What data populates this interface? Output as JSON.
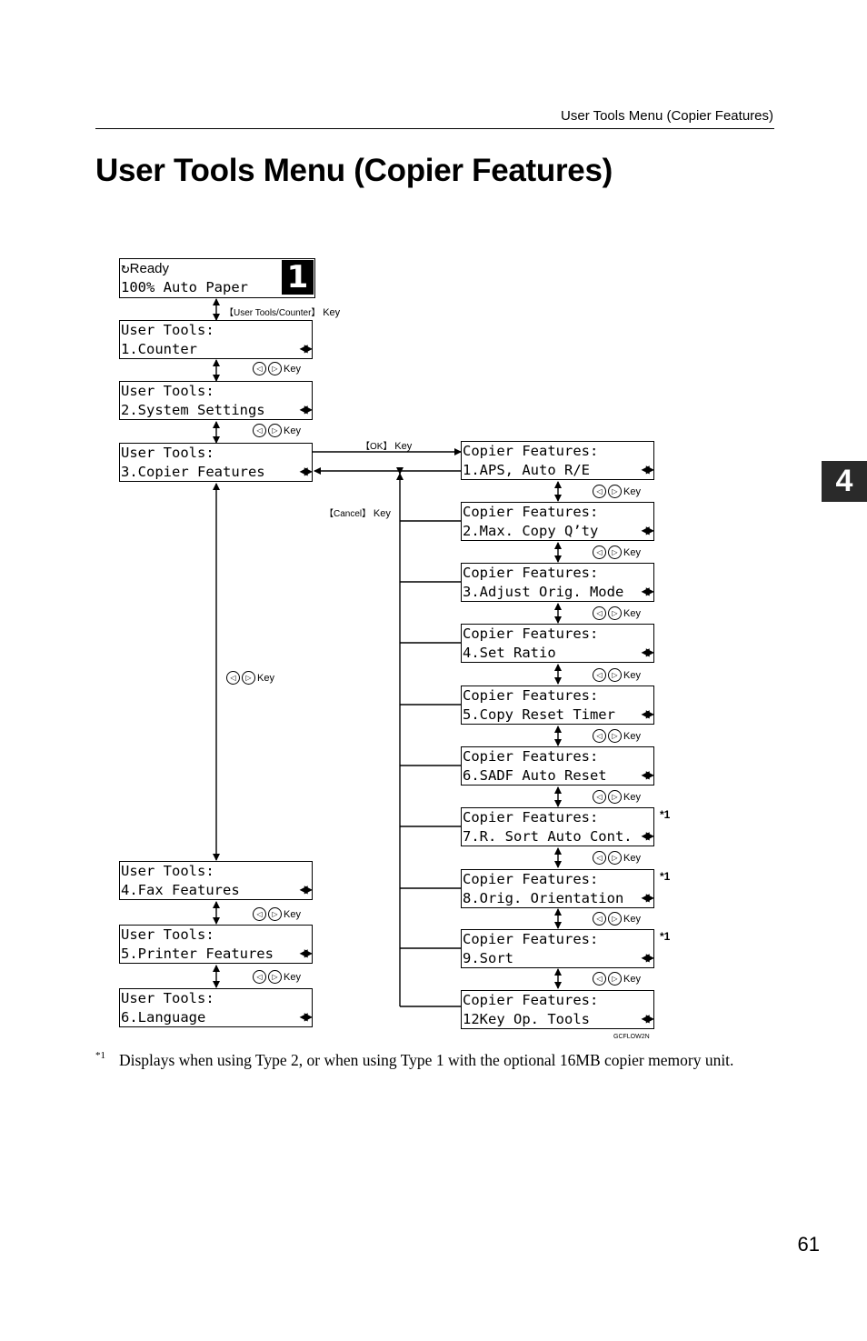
{
  "header": {
    "running_title": "User Tools Menu (Copier Features)"
  },
  "title": "User Tools Menu (Copier Features)",
  "chapter_tab": "4",
  "ready_screen": {
    "status": "Ready",
    "line2": "100% Auto Paper",
    "copy_count": "1",
    "ready_icon": "circular-arrow-icon"
  },
  "keys": {
    "user_tools_counter": "User Tools/Counter",
    "ok": "OK",
    "cancel": "Cancel",
    "key_word": "Key",
    "arrow_icons": [
      "left-arrow-key-icon",
      "right-arrow-key-icon"
    ]
  },
  "user_tools_menu": [
    {
      "line1": "User Tools:",
      "line2": "1.Counter"
    },
    {
      "line1": "User Tools:",
      "line2": "2.System Settings"
    },
    {
      "line1": "User Tools:",
      "line2": "3.Copier Features"
    },
    {
      "line1": "User Tools:",
      "line2": "4.Fax Features"
    },
    {
      "line1": "User Tools:",
      "line2": "5.Printer Features"
    },
    {
      "line1": "User Tools:",
      "line2": "6.Language"
    }
  ],
  "copier_features_menu": [
    {
      "line1": "Copier Features:",
      "line2": "1.APS, Auto R/E",
      "note": ""
    },
    {
      "line1": "Copier Features:",
      "line2": "2.Max. Copy Q’ty",
      "note": ""
    },
    {
      "line1": "Copier Features:",
      "line2": "3.Adjust Orig. Mode",
      "note": ""
    },
    {
      "line1": "Copier Features:",
      "line2": "4.Set Ratio",
      "note": ""
    },
    {
      "line1": "Copier Features:",
      "line2": "5.Copy Reset Timer",
      "note": ""
    },
    {
      "line1": "Copier Features:",
      "line2": "6.SADF Auto Reset",
      "note": ""
    },
    {
      "line1": "Copier Features:",
      "line2": "7.R. Sort Auto Cont.",
      "note": "*1"
    },
    {
      "line1": "Copier Features:",
      "line2": "8.Orig. Orientation",
      "note": "*1"
    },
    {
      "line1": "Copier Features:",
      "line2": "9.Sort",
      "note": "*1"
    },
    {
      "line1": "Copier Features:",
      "line2": "12Key Op. Tools",
      "note": ""
    }
  ],
  "scroll_arrows": "◀▶",
  "figure_code": "GCFLOW2N",
  "footnote": {
    "mark": "*1",
    "text": "Displays when using Type 2, or when using Type 1 with the optional 16MB copier memory unit."
  },
  "page_number": "61"
}
